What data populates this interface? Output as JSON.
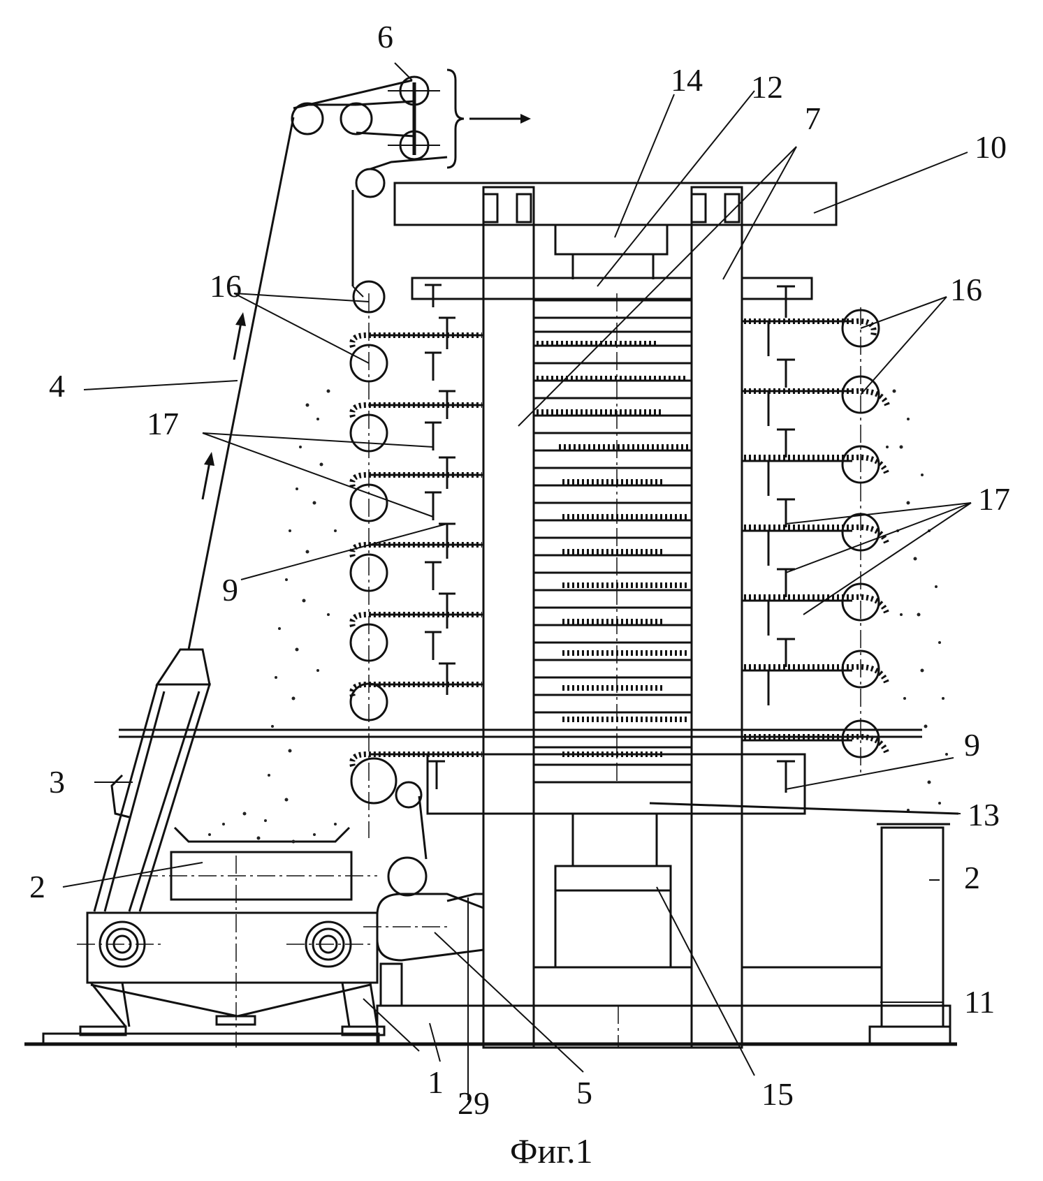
{
  "figure": {
    "caption": "Фиг.1",
    "labels": [
      "1",
      "2",
      "2",
      "3",
      "4",
      "5",
      "6",
      "7",
      "9",
      "9",
      "10",
      "11",
      "12",
      "13",
      "14",
      "15",
      "16",
      "16",
      "17",
      "17",
      "29"
    ]
  },
  "colors": {
    "ink": "#111111",
    "paper": "#ffffff"
  }
}
